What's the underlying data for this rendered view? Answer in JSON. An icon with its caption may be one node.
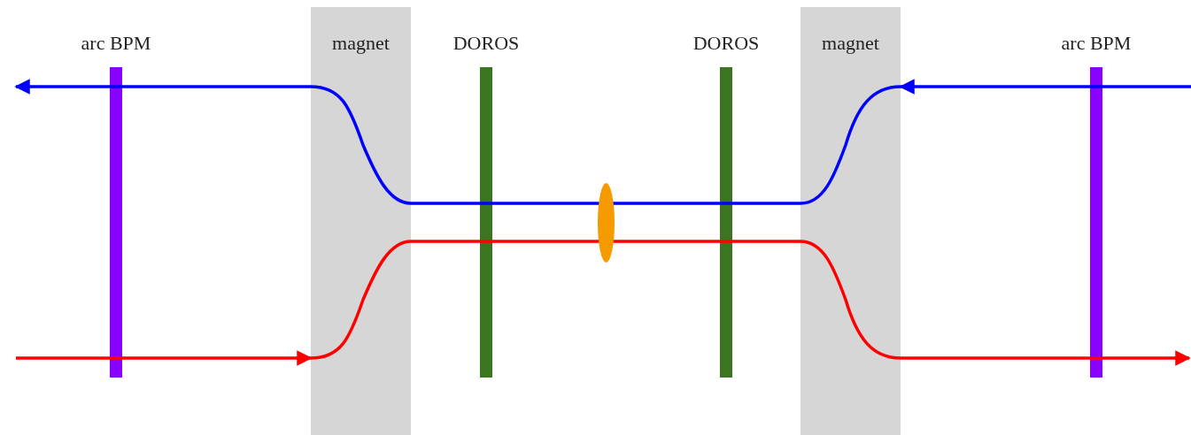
{
  "diagram": {
    "nodes": [
      {
        "text": [
          "arc BPM"
        ]
      },
      {
        "text": [
          "magnet"
        ]
      },
      {
        "text": [
          "DOROS"
        ]
      },
      {
        "text": [],
        "shape": "ellipse"
      },
      {
        "text": [
          "DOROS"
        ]
      },
      {
        "text": [
          "magnet"
        ]
      },
      {
        "text": [
          "arc BPM"
        ]
      }
    ],
    "edges": [
      {
        "from": null,
        "to": 5,
        "arrow": "to",
        "color": "#0000ff"
      },
      {
        "from": 1,
        "to": null,
        "arrow": "to",
        "color": "#0000ff"
      },
      {
        "from": null,
        "to": 1,
        "arrow": "to",
        "color": "#ff0000"
      },
      {
        "from": 5,
        "to": null,
        "arrow": "to",
        "color": "#ff0000"
      },
      {
        "from": 5,
        "to": 1,
        "arrow": "none",
        "color": "#0000ff"
      },
      {
        "from": 1,
        "to": 5,
        "arrow": "none",
        "color": "#ff0000"
      }
    ]
  }
}
